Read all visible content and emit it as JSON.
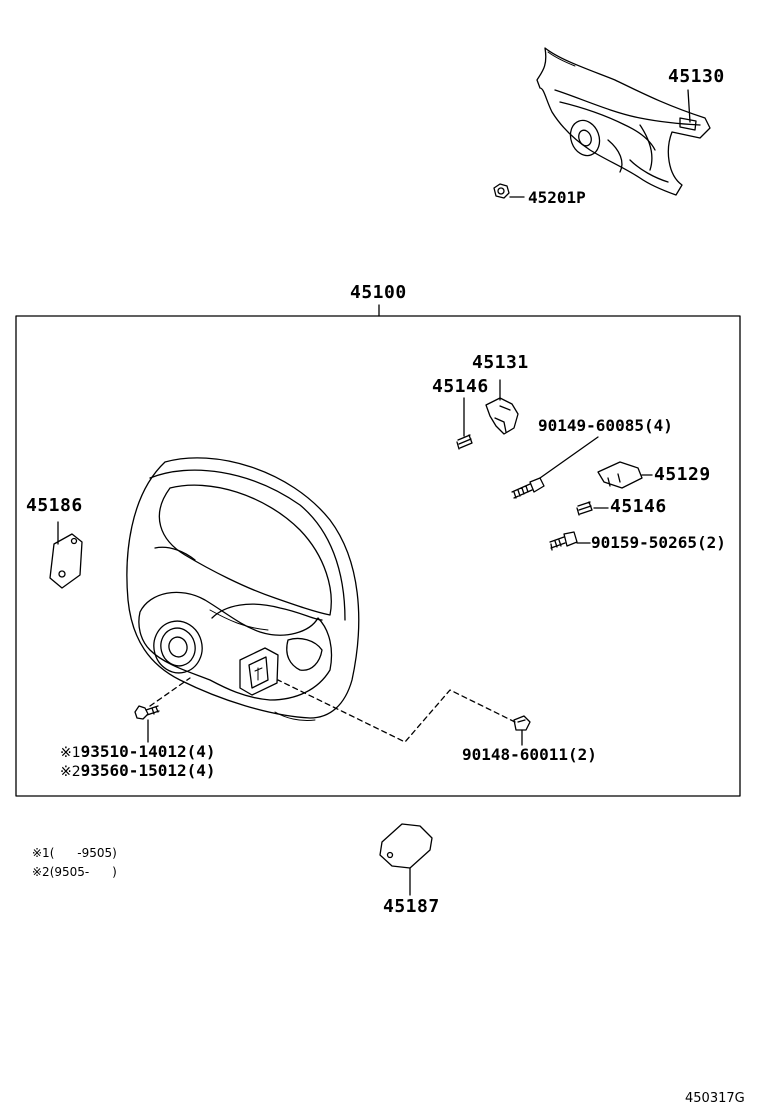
{
  "labels": {
    "p45130": "45130",
    "p45201p": "45201P",
    "p45100": "45100",
    "p45131": "45131",
    "p45146_top": "45146",
    "p90149": "90149-60085(4)",
    "p45129": "45129",
    "p45146_mid": "45146",
    "p90159": "90159-50265(2)",
    "p45186": "45186",
    "p93510": "93510-14012(4)",
    "p93560": "93560-15012(4)",
    "p90148": "90148-60011(2)",
    "p45187": "45187"
  },
  "marks": {
    "m1": "※1",
    "m2": "※2"
  },
  "notes": {
    "n1_mark": "※1",
    "n1_text": "(      -9505)",
    "n2_mark": "※2",
    "n2_text": "(9505-      )"
  },
  "diagram_code": "450317G"
}
